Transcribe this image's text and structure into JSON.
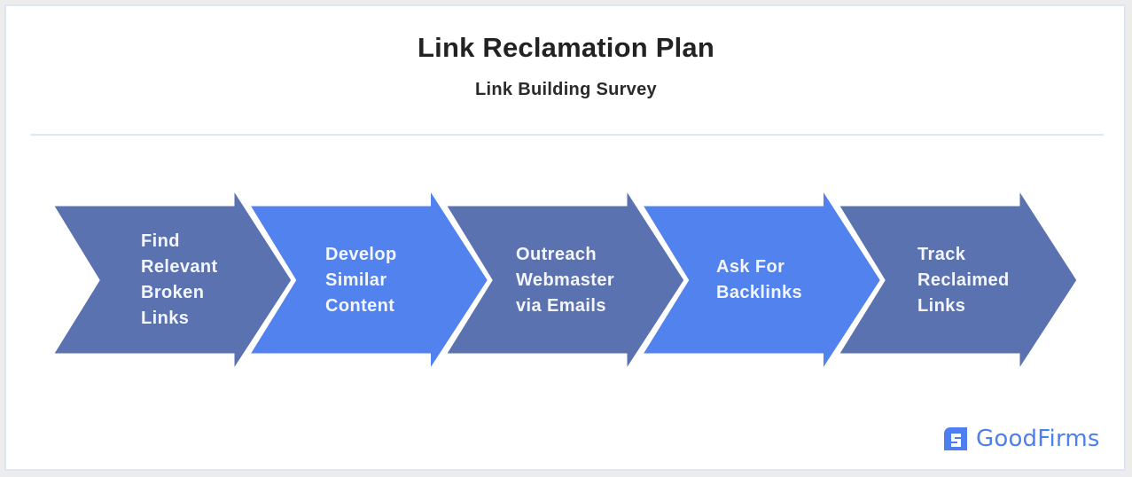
{
  "header": {
    "title": "Link Reclamation Plan",
    "subtitle": "Link Building Survey"
  },
  "colors": {
    "dark": "#5a72b0",
    "light": "#5282ee",
    "text": "#f3f6ff",
    "brand": "#4d7ff0"
  },
  "steps": [
    {
      "label": "Find\nRelevant\nBroken\nLinks",
      "color": "dark"
    },
    {
      "label": "Develop\nSimilar\nContent",
      "color": "light"
    },
    {
      "label": "Outreach\nWebmaster\nvia Emails",
      "color": "dark"
    },
    {
      "label": "Ask For\nBacklinks",
      "color": "light"
    },
    {
      "label": "Track\nReclaimed\nLinks",
      "color": "dark"
    }
  ],
  "footer": {
    "brand_name": "GoodFirms",
    "brand_icon": "goodfirms-logo-icon"
  }
}
